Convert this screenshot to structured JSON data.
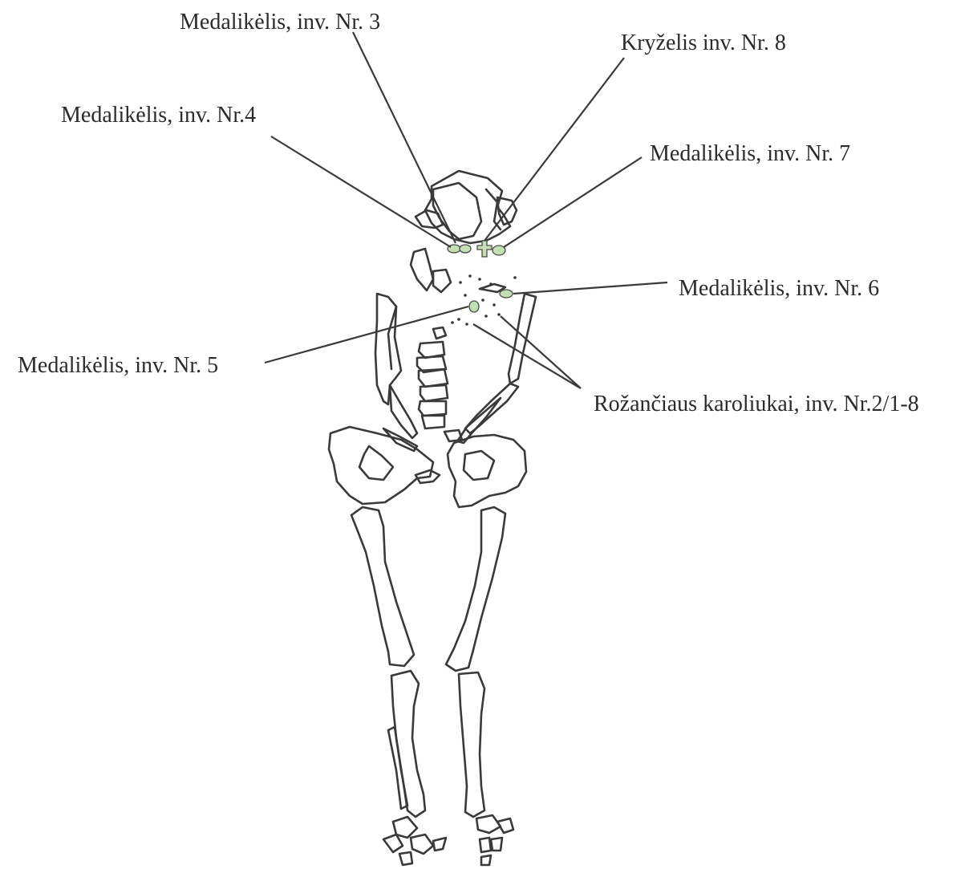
{
  "labels": {
    "medal3": "Medalikėlis, inv. Nr. 3",
    "cross8": "Kryželis inv. Nr. 8",
    "medal4": "Medalikėlis, inv. Nr.4",
    "medal7": "Medalikėlis, inv. Nr. 7",
    "medal6": "Medalikėlis, inv. Nr. 6",
    "medal5": "Medalikėlis, inv. Nr. 5",
    "rosary": "Rožančiaus karoliukai, inv. Nr.2/1-8"
  },
  "colors": {
    "finds": "#c5dfb4",
    "line": "#3a3a3a"
  }
}
